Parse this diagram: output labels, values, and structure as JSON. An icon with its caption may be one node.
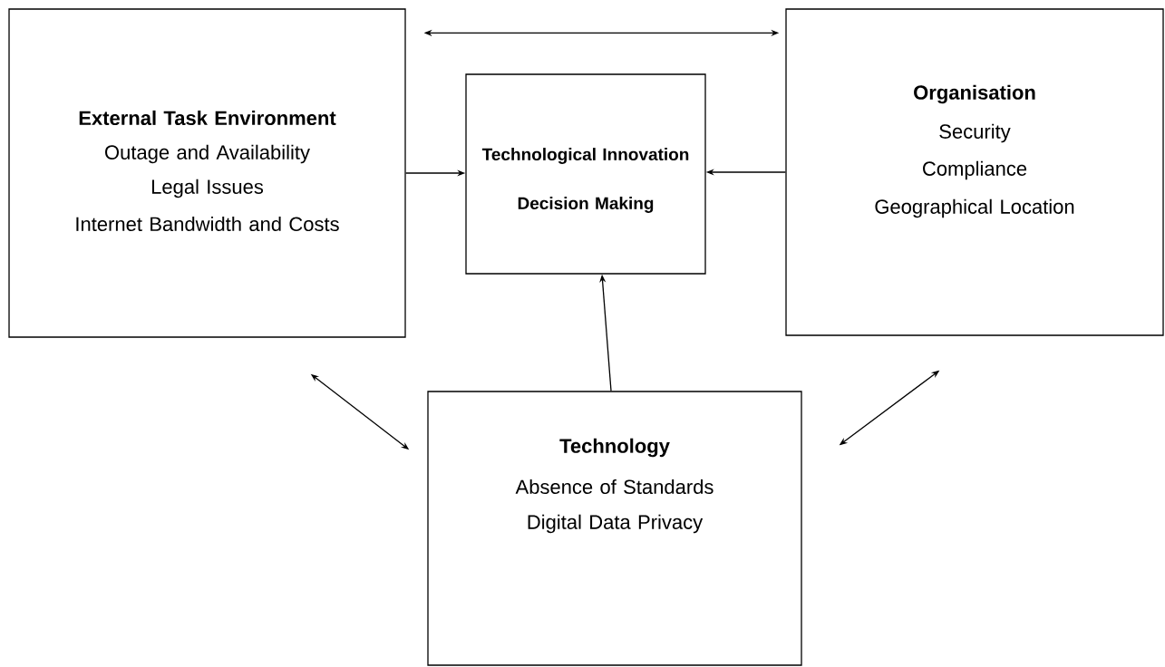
{
  "diagram": {
    "nodes": [
      {
        "text": [
          "External Task Environment",
          "Outage and Availability",
          "Legal Issues",
          "Internet Bandwidth and Costs"
        ]
      },
      {
        "text": [
          "Technological Innovation",
          "Decision Making"
        ]
      },
      {
        "text": [
          "Organisation",
          "Security",
          "Compliance",
          "Geographical Location"
        ]
      },
      {
        "text": [
          "Technology",
          "Absence of Standards",
          "Digital Data Privacy"
        ]
      }
    ],
    "edges": [
      {
        "from": 0,
        "to": 1,
        "arrow": "to"
      },
      {
        "from": 2,
        "to": 1,
        "arrow": "to"
      },
      {
        "from": 3,
        "to": 1,
        "arrow": "to"
      },
      {
        "from": 0,
        "to": 2,
        "arrow": "both"
      },
      {
        "from": 0,
        "to": 3,
        "arrow": "both"
      },
      {
        "from": 3,
        "to": 2,
        "arrow": "both"
      }
    ]
  }
}
